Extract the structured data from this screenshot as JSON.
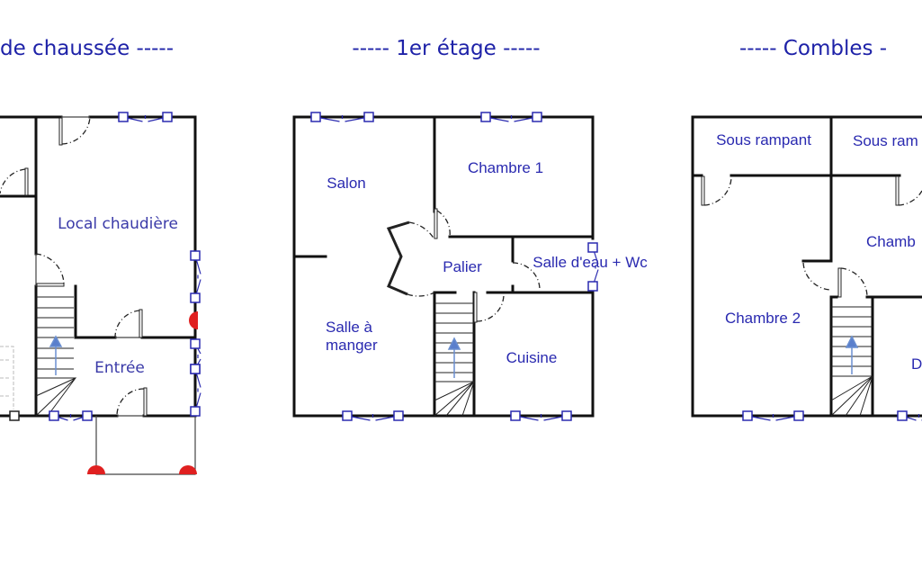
{
  "titles": {
    "ground_floor": "de chaussée -----",
    "first_floor": "----- 1er étage -----",
    "attic": "----- Combles -"
  },
  "ground_floor": {
    "rooms": [
      "Local chaudière",
      "Entrée"
    ]
  },
  "first_floor": {
    "rooms": [
      "Salon",
      "Salle à",
      "manger",
      "Chambre 1",
      "Palier",
      "Salle d'eau + Wc",
      "Cuisine"
    ]
  },
  "attic": {
    "rooms": [
      "Sous rampant",
      "Sous ram",
      "Chamb",
      "Chambre 2",
      "D"
    ]
  },
  "colors": {
    "label": "#2a2ab0",
    "wall": "#111111",
    "marker": "#e02020",
    "stair_arrow": "#5a7fcc"
  }
}
